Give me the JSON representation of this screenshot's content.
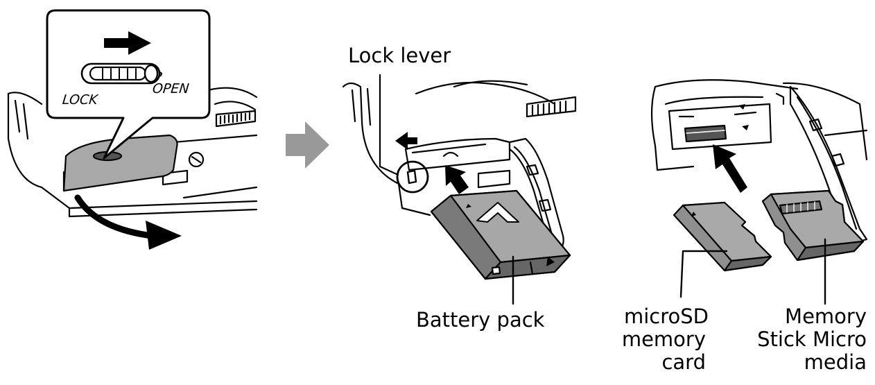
{
  "diagram": {
    "switch": {
      "lock": "LOCK",
      "open": "OPEN"
    },
    "labels": {
      "lock_lever": "Lock lever",
      "battery_pack": "Battery pack",
      "microsd": [
        "microSD",
        "memory",
        "card"
      ],
      "memory_stick": [
        "Memory",
        "Stick Micro",
        "media"
      ]
    }
  }
}
